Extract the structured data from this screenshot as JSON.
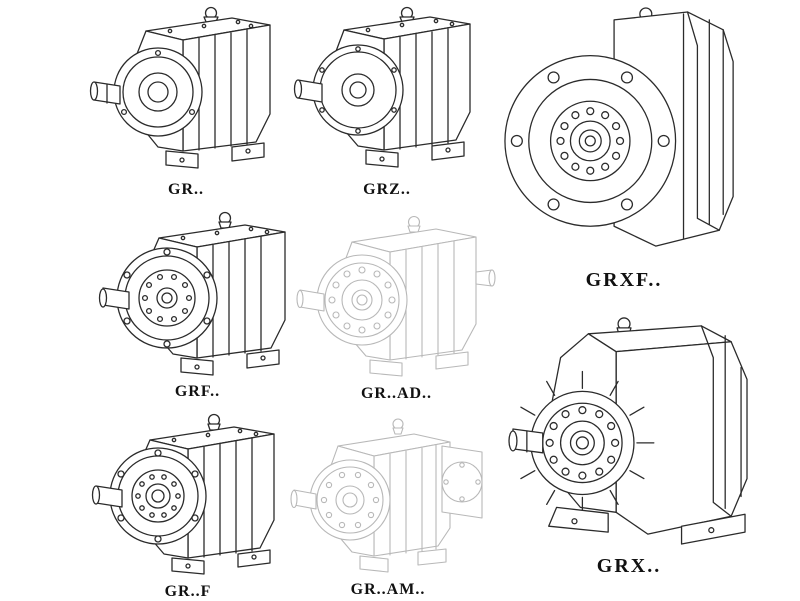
{
  "page": {
    "background": "#ffffff",
    "ink_color": "#2b2b2b",
    "faint_color": "#b8b8b8"
  },
  "figures": [
    {
      "id": "gr",
      "label": "GR..",
      "line_style": "dark"
    },
    {
      "id": "grz",
      "label": "GRZ..",
      "line_style": "dark"
    },
    {
      "id": "grxf",
      "label": "GRXF..",
      "line_style": "dark"
    },
    {
      "id": "grf",
      "label": "GRF..",
      "line_style": "dark"
    },
    {
      "id": "gr-ad",
      "label": "GR..AD..",
      "line_style": "faint"
    },
    {
      "id": "grx",
      "label": "GRX..",
      "line_style": "dark"
    },
    {
      "id": "gr-f",
      "label": "GR..F",
      "line_style": "dark"
    },
    {
      "id": "gr-am",
      "label": "GR..AM..",
      "line_style": "faint"
    }
  ]
}
